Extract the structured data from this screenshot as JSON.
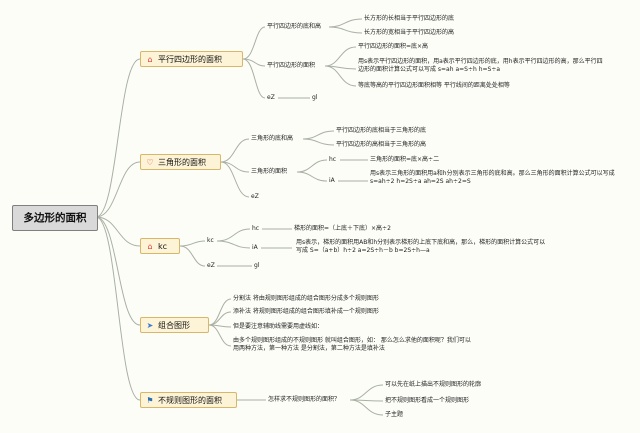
{
  "root": "多边形的面积",
  "branches": [
    {
      "icon": "house-icon",
      "icon_char": "⌂",
      "icon_color": "#e0413c",
      "label": "平行四边形的面积"
    },
    {
      "icon": "heart-icon",
      "icon_char": "♡",
      "icon_color": "#e0413c",
      "label": "三角形的面积"
    },
    {
      "icon": "house-icon",
      "icon_char": "⌂",
      "icon_color": "#e0413c",
      "label": "kc"
    },
    {
      "icon": "paper-plane-icon",
      "icon_char": "➤",
      "icon_color": "#3b7fd0",
      "label": "组合图形"
    },
    {
      "icon": "flag-icon",
      "icon_char": "⚑",
      "icon_color": "#2a6fb5",
      "label": "不规则图形的面积"
    }
  ],
  "para": {
    "sub1": "平行四边形的底和高",
    "sub1_items": [
      "长方形的长相当于平行四边形的底",
      "长方形的宽相当于平行四边形的高"
    ],
    "sub2": "平行四边形的面积",
    "sub2_items": [
      "平行四边形的面积=底×高",
      "用s表示平行四边形的面积，用a表示平行四边形的底，用h表示平行四边形的高，那么平行四边形的面积计算公式可以写成 s=ah a=S÷h h=S÷a",
      "等底等高的平行四边形面积相等 平行线间的距离处处相等"
    ],
    "sub3": "eZ",
    "sub3_item": "gl"
  },
  "tri": {
    "sub1": "三角形的底和高",
    "sub1_items": [
      "平行四边形的底相当于三角形的底",
      "平行四边形的高相当于三角形的高"
    ],
    "sub2": "三角形的面积",
    "hc": "hc",
    "hc_item": "三角形的面积=底×高÷二",
    "ia": "iA",
    "ia_item": "用s表示三角形的面积用a和h分别表示三角形的底和高。那么三角形的面积计算公式可以写成 s=ah÷2 h=2S÷a ah=2S ah÷2=S",
    "sub3": "eZ"
  },
  "kc": {
    "sub1": "kc",
    "hc": "hc",
    "hc_item": "梯形的面积=（上底＋下底）×高÷2",
    "ia": "iA",
    "ia_item": "用s表示，梯形的面积用AB和h分别表示梯形的上底下底和高，那么，梯形的面积计算公式可以写成 S=（a+b）h÷2 a=2S÷h－b b=2S÷h—a",
    "sub2": "eZ",
    "sub2_item": "gl"
  },
  "combo": {
    "items": [
      "分割法 将由规则图形组成的组合图形分成多个规则图形",
      "添补法 将规则图形组成的组合图形填补成一个规则图形",
      "但是要注意辅助线需要用虚线如：",
      "由多个规则图形组成的不规则图形 就叫组合图形，如： 那么怎么求他的面积呢？我们可以用两种方法，第一种方法 是分割法，第二种方法是填补法"
    ]
  },
  "irregular": {
    "sub": "怎样求不规则图形的面积？",
    "items": [
      "可以先在纸上描出不规则图形的轮廓",
      "把不规则图形看成一个规则图形",
      "子主题"
    ]
  },
  "colors": {
    "line": "#a9b0a4",
    "box_fill": "#fdf3d6",
    "box_border": "#d9b76a",
    "root_fill": "#d9d9d9"
  }
}
